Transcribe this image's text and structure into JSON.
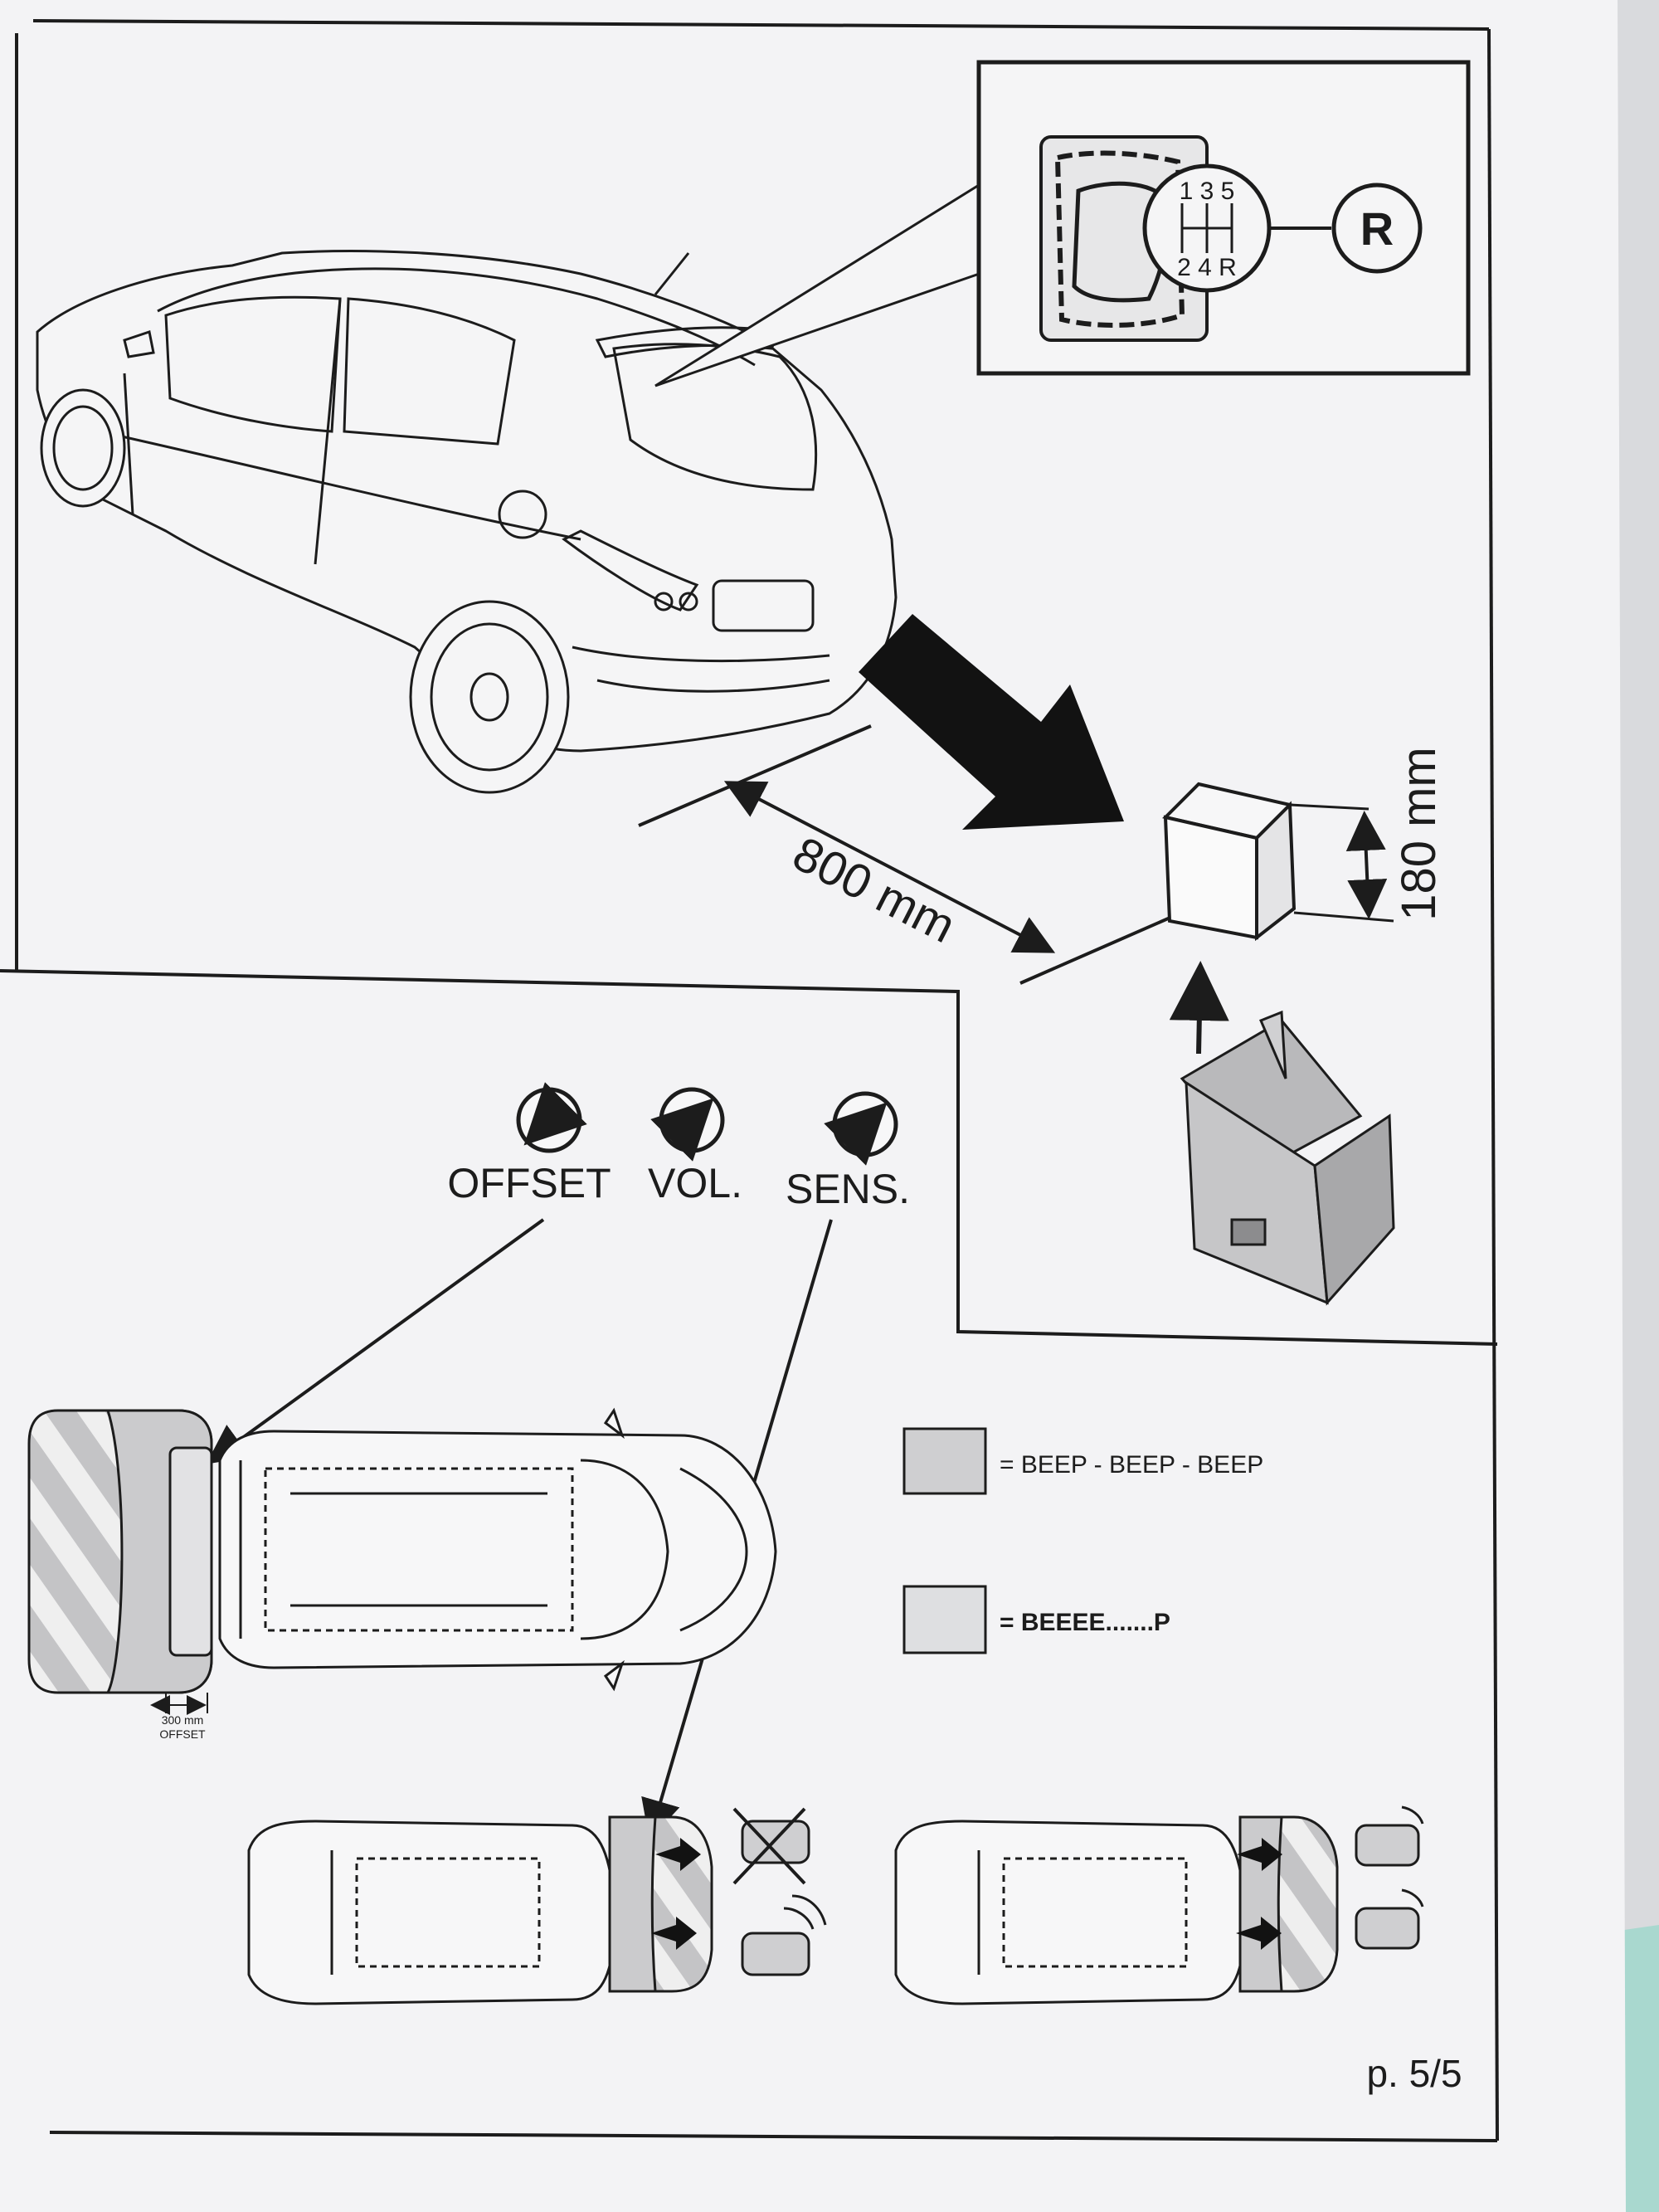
{
  "gear_shift": {
    "pattern_top": "1 3 5",
    "pattern_bottom": "2 4 R",
    "reverse_label": "R"
  },
  "distance_label": "800 mm",
  "height_label": "180 mm",
  "controls": [
    {
      "label": "OFFSET"
    },
    {
      "label": "VOL."
    },
    {
      "label": "SENS."
    }
  ],
  "offset_note": {
    "value": "300 mm",
    "caption": "OFFSET"
  },
  "legend": [
    {
      "text": "= BEEP - BEEP - BEEP",
      "color": "#cfcfd1"
    },
    {
      "text": "= BEEEE.......P",
      "color": "#dedfe1"
    }
  ],
  "page_number": "p. 5/5",
  "colors": {
    "paper": "#f3f3f5",
    "ink": "#1c1c1c",
    "zone_gray": "#c9c9cb",
    "teal_corner": "#a9d8cf"
  }
}
